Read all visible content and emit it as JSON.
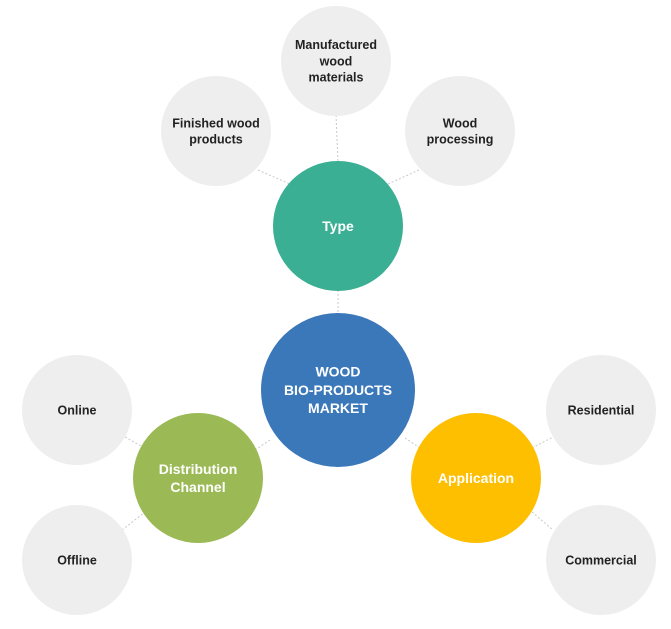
{
  "colors": {
    "center": "#3A78BA",
    "type": "#3AAF94",
    "distribution": "#9BBA55",
    "application": "#FDBF00",
    "leaf": "#EEEEEE",
    "connector": "#C8C8C8"
  },
  "center": {
    "lines": [
      "WOOD",
      "BIO-PRODUCTS",
      "MARKET"
    ]
  },
  "categories": {
    "type": {
      "lines": [
        "Type"
      ],
      "leaves": [
        {
          "lines": [
            "Finished wood",
            "products"
          ]
        },
        {
          "lines": [
            "Manufactured",
            "wood",
            "materials"
          ]
        },
        {
          "lines": [
            "Wood",
            "processing"
          ]
        }
      ]
    },
    "distribution": {
      "lines": [
        "Distribution",
        "Channel"
      ],
      "leaves": [
        {
          "lines": [
            "Online"
          ]
        },
        {
          "lines": [
            "Offline"
          ]
        }
      ]
    },
    "application": {
      "lines": [
        "Application"
      ],
      "leaves": [
        {
          "lines": [
            "Residential"
          ]
        },
        {
          "lines": [
            "Commercial"
          ]
        }
      ]
    }
  }
}
